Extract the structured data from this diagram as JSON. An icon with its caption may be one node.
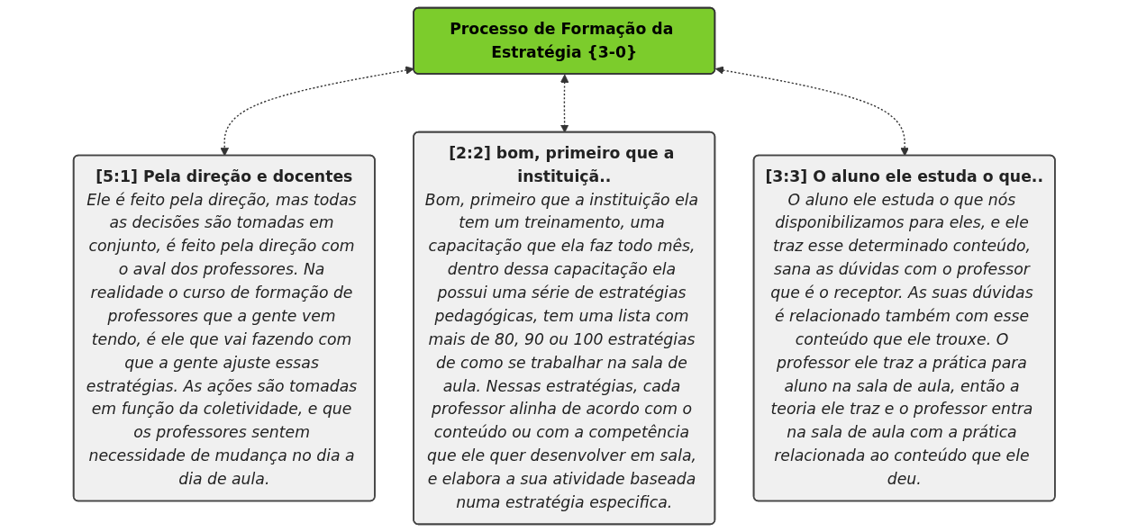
{
  "diagram": {
    "nodes": [
      {
        "text": [
          "Processo de Formação da Estratégia {3-0}"
        ]
      },
      {
        "text": [
          "[5:1] Pela direção e docentes",
          "Ele é feito pela direção, mas todas as decisões são tomadas em conjunto, é feito pela direção com o aval dos professores. Na realidade o curso de formação de professores que a gente vem tendo, é ele que vai fazendo com que a gente ajuste essas estratégias. As ações são tomadas em função da coletividade, e que os professores sentem necessidade de mudança no dia a dia de aula."
        ]
      },
      {
        "text": [
          "[2:2] bom, primeiro que a instituiçã..",
          "Bom, primeiro que a instituição ela tem um treinamento, uma capacitação que ela faz todo mês, dentro dessa capacitação ela possui uma série de estratégias pedagógicas, tem uma lista com mais de 80, 90 ou 100 estratégias de como se trabalhar na sala de aula. Nessas estratégias, cada professor alinha de acordo com o conteúdo ou com a competência que ele quer desenvolver em sala, e elabora a sua atividade baseada numa estratégia especifica."
        ]
      },
      {
        "text": [
          "[3:3] O aluno ele estuda o que..",
          "O aluno ele estuda o que nós disponibilizamos para eles, e ele traz esse determinado conteúdo, sana as dúvidas com o professor que é o receptor. As suas dúvidas é relacionado também com esse conteúdo que ele trouxe. O professor ele traz a prática para aluno na sala de aula, então a teoria ele traz e o professor entra na sala de aula com a prática relacionada ao conteúdo que ele deu."
        ]
      }
    ],
    "edges": [
      {
        "from": 0,
        "to": 1,
        "arrow": "both",
        "style": "dashed"
      },
      {
        "from": 0,
        "to": 2,
        "arrow": "both",
        "style": "dashed"
      },
      {
        "from": 0,
        "to": 3,
        "arrow": "both",
        "style": "dashed"
      }
    ]
  }
}
